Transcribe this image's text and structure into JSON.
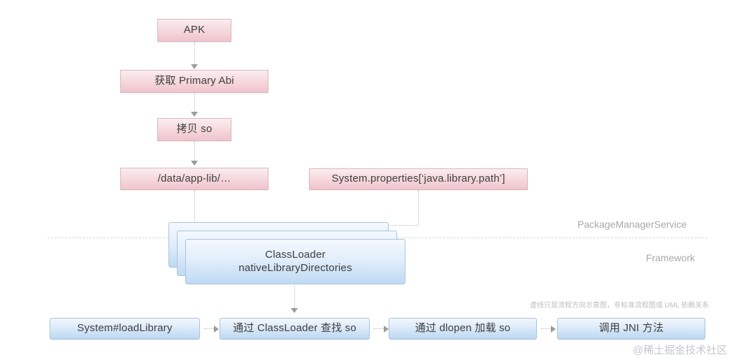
{
  "diagram": {
    "title": "Android SO library loading flow",
    "colors": {
      "pink_fill_top": "#fbeef0",
      "pink_fill_bottom": "#f0c4cc",
      "pink_border": "#d9b7bd",
      "blue_fill_top": "#f2f7fd",
      "blue_fill_bottom": "#bcd8f2",
      "blue_border": "#a9c3dd",
      "connector": "#b9b9b9",
      "divider": "#d6d6d6",
      "layer_label": "#a8a8a8",
      "note": "#bdbdbd",
      "watermark": "#c3c8cf",
      "text": "#3d3d3d"
    },
    "pink_nodes": [
      {
        "id": "apk",
        "label": "APK"
      },
      {
        "id": "primary-abi",
        "label": "获取 Primary Abi"
      },
      {
        "id": "copy-so",
        "label": "拷贝 so"
      },
      {
        "id": "data-app-lib",
        "label": "/data/app-lib/…"
      },
      {
        "id": "java-library-path",
        "label": "System.properties[‘java.library.path’]"
      }
    ],
    "classloader_stack": {
      "line1": "ClassLoader",
      "line2": "nativeLibraryDirectories"
    },
    "bottom_nodes": [
      {
        "id": "load-library",
        "label": "System#loadLibrary"
      },
      {
        "id": "find-so",
        "label": "通过 ClassLoader 查找 so"
      },
      {
        "id": "dlopen",
        "label": "通过 dlopen 加载 so"
      },
      {
        "id": "call-jni",
        "label": "调用 JNI 方法"
      }
    ],
    "layer_labels": [
      {
        "id": "pms",
        "label": "PackageManagerService"
      },
      {
        "id": "framework",
        "label": "Framework"
      }
    ],
    "note": "虚线只是流程方向示意图，非标准流程图或 UML 依赖关系",
    "watermark": "@稀土掘金技术社区"
  }
}
